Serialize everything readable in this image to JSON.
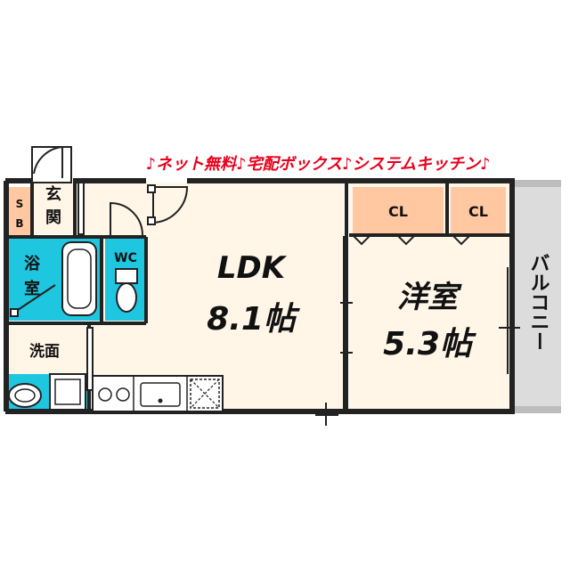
{
  "banner": {
    "text": "♪ネット無料♪宅配ボックス♪システムキッチン♪",
    "color": "#e8001c"
  },
  "rooms": {
    "ldk_name": "LDK",
    "ldk_size": "8.1帖",
    "western_name": "洋室",
    "western_size": "5.3帖",
    "closet_1": "CL",
    "closet_2": "CL",
    "balcony": "バルコニー",
    "entrance_1": "玄",
    "entrance_2": "関",
    "shoe_box_1": "S",
    "shoe_box_2": "B",
    "bath_1": "浴",
    "bath_2": "室",
    "toilet": "WC",
    "washroom": "洗面"
  },
  "colors": {
    "floor": "#fff6e8",
    "wet_area": "#1fc6e0",
    "closet": "#ffc8a0",
    "balcony": "#dcdcdc",
    "wall": "#222222",
    "fixture": "#ffffff",
    "text": "#111111"
  }
}
